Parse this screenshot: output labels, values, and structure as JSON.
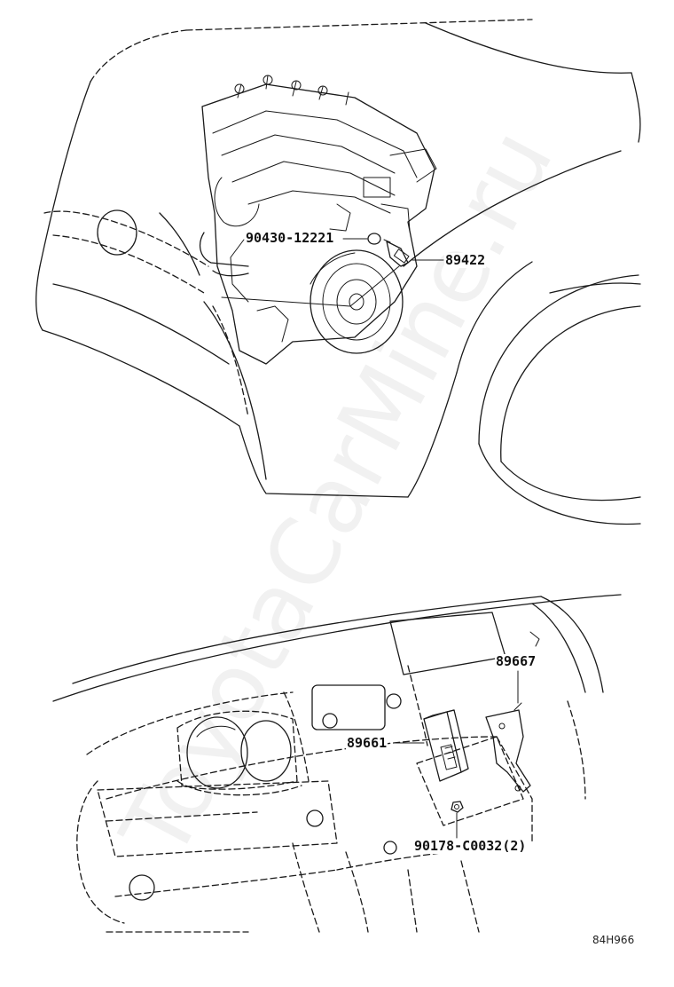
{
  "watermark": "ToyotaCarMine.ru",
  "diagram_code": "84H966",
  "callouts": {
    "gasket": "90430-12221",
    "sensor": "89422",
    "bracket": "89667",
    "ecu": "89661",
    "nut": "90178-C0032(2)"
  }
}
